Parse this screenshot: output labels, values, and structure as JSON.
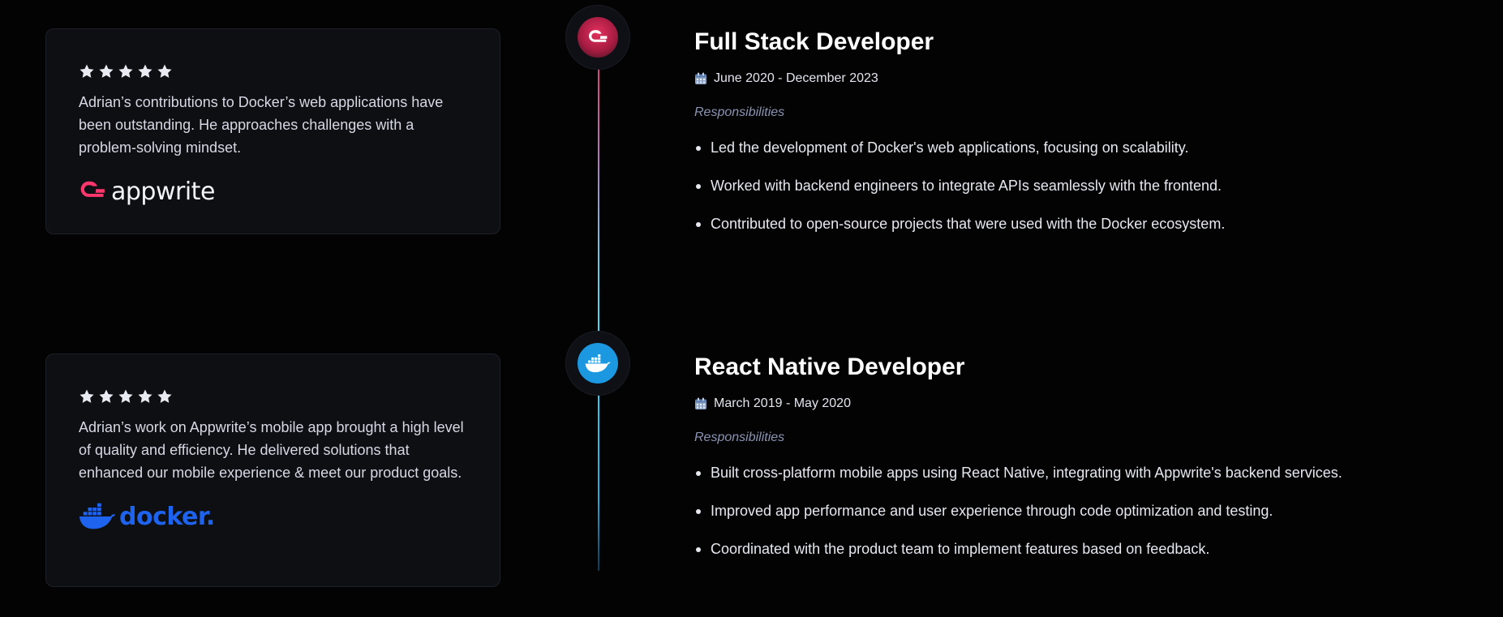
{
  "testimonials": [
    {
      "rating": 5,
      "text": "Adrian’s contributions to Docker’s web applications have been outstanding. He approaches challenges with a problem-solving mindset.",
      "company_logo": "appwrite",
      "company_wordmark": "appwrite"
    },
    {
      "rating": 5,
      "text": "Adrian’s work on Appwrite’s mobile app brought a high level of quality and efficiency. He delivered solutions that enhanced our mobile experience & meet our product goals.",
      "company_logo": "docker",
      "company_wordmark": "docker."
    }
  ],
  "experiences": [
    {
      "title": "Full Stack Developer",
      "dates": "June 2020 - December 2023",
      "responsibilities_label": "Responsibilities",
      "node_icon": "appwrite-icon",
      "responsibilities": [
        "Led the development of Docker's web applications, focusing on scalability.",
        "Worked with backend engineers to integrate APIs seamlessly with the frontend.",
        "Contributed to open-source projects that were used with the Docker ecosystem."
      ]
    },
    {
      "title": "React Native Developer",
      "dates": "March 2019 - May 2020",
      "responsibilities_label": "Responsibilities",
      "node_icon": "docker-icon",
      "responsibilities": [
        "Built cross-platform mobile apps using React Native, integrating with Appwrite's backend services.",
        "Improved app performance and user experience through code optimization and testing.",
        "Coordinated with the product team to implement features based on feedback."
      ]
    }
  ],
  "colors": {
    "background": "#030303",
    "card": "#0e0f13",
    "appwrite_pink": "#fd366e",
    "docker_blue": "#1d63ed",
    "muted_label": "#8a93b3"
  }
}
